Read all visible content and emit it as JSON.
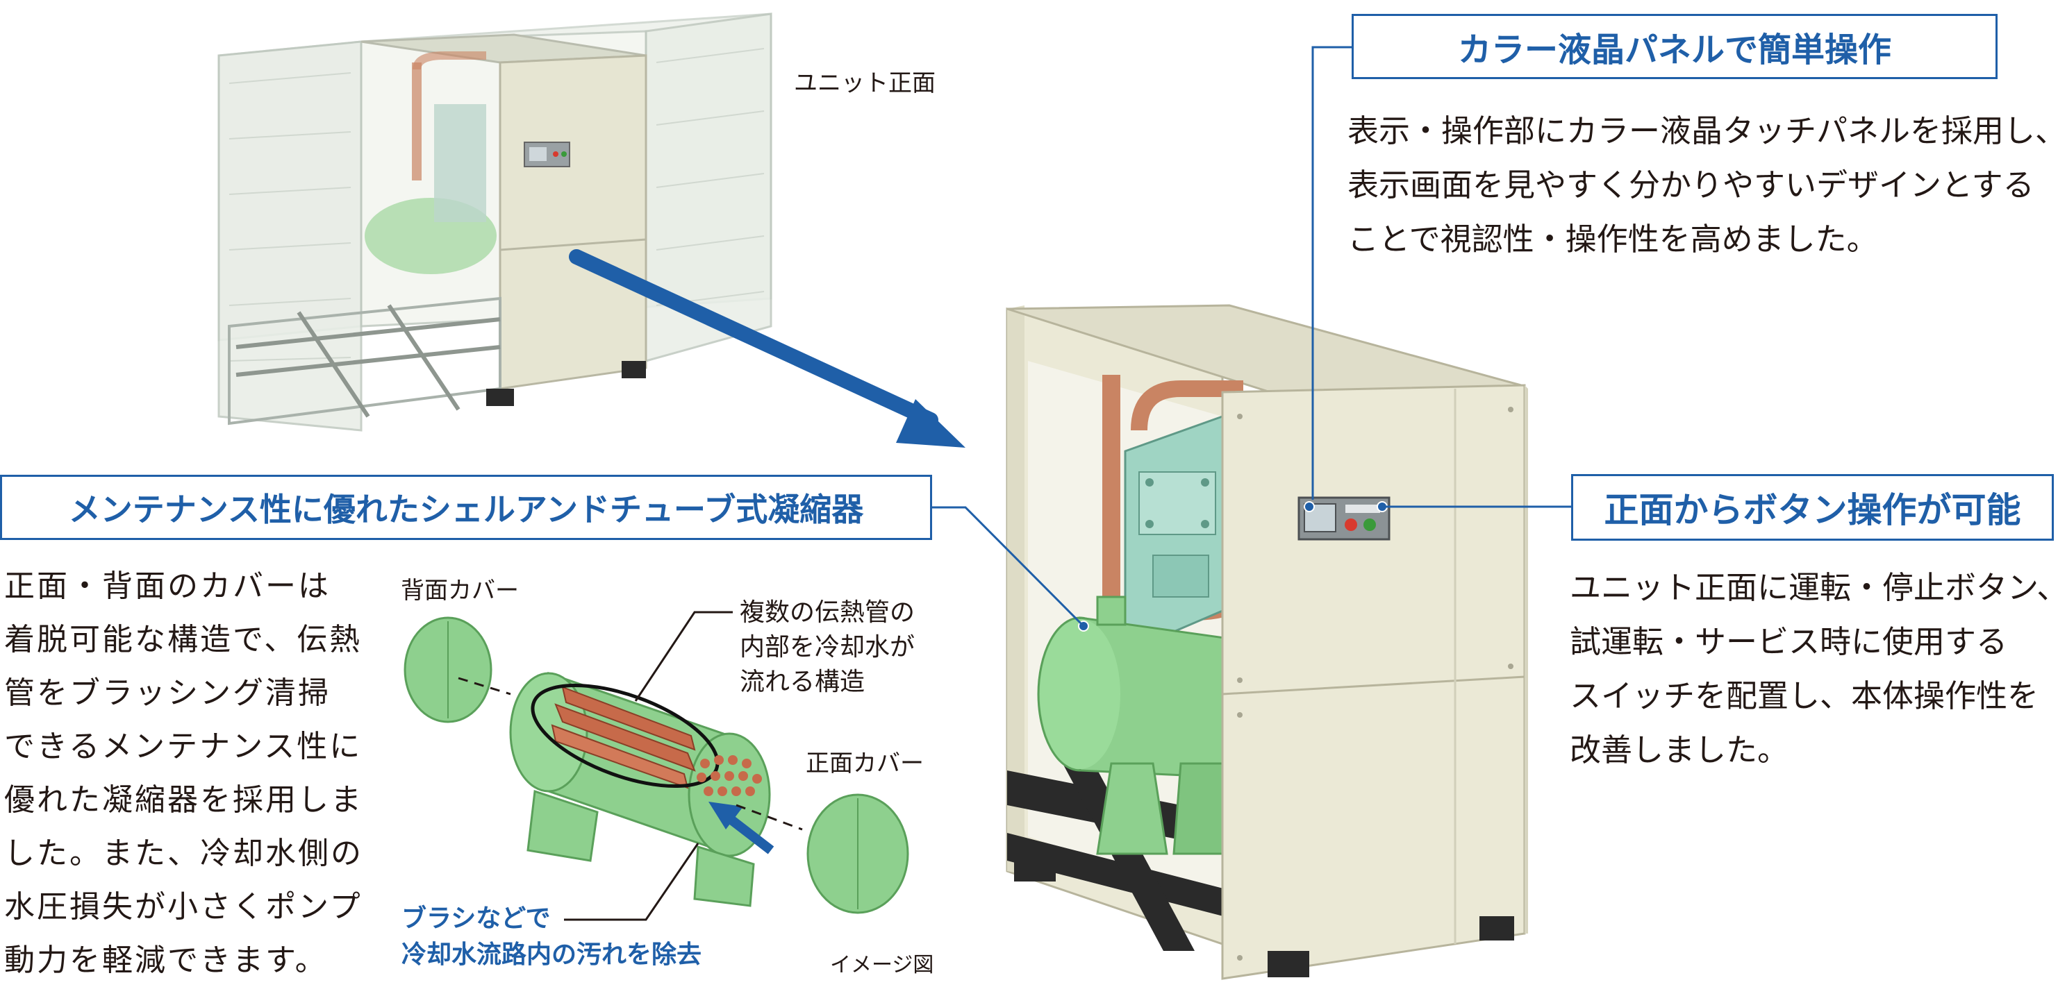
{
  "colors": {
    "accent_blue": "#1f5fa8",
    "unit_cream": "#ebe9d6",
    "condenser_green": "#8ed08e",
    "pipe_copper": "#c98463",
    "frame_black": "#2a2a2a"
  },
  "labels": {
    "unit_front": "ユニット正面",
    "back_cover": "背面カバー",
    "front_cover": "正面カバー",
    "image_note": "イメージ図",
    "tubes_note": [
      "複数の伝熱管の",
      "内部を冷却水が",
      "流れる構造"
    ],
    "brush_note": [
      "ブラシなどで",
      "冷却水流路内の汚れを除去"
    ]
  },
  "features": {
    "lcd_panel": {
      "title": "カラー液晶パネルで簡単操作",
      "lines": [
        "表示・操作部にカラー液晶タッチパネルを採用し、",
        "表示画面を見やすく分かりやすいデザインとする",
        "ことで視認性・操作性を高めました。"
      ]
    },
    "front_buttons": {
      "title": "正面からボタン操作が可能",
      "lines": [
        "ユニット正面に運転・停止ボタン、",
        "試運転・サービス時に使用する",
        "スイッチを配置し、本体操作性を",
        "改善しました。"
      ]
    },
    "condenser": {
      "title": "メンテナンス性に優れたシェルアンドチューブ式凝縮器",
      "lines": [
        "正面・背面のカバーは",
        "着脱可能な構造で、伝熱",
        "管をブラッシング清掃",
        "できるメンテナンス性に",
        "優れた凝縮器を採用しま",
        "した。また、冷却水側の",
        "水圧損失が小さくポンプ",
        "動力を軽減できます。"
      ]
    }
  }
}
